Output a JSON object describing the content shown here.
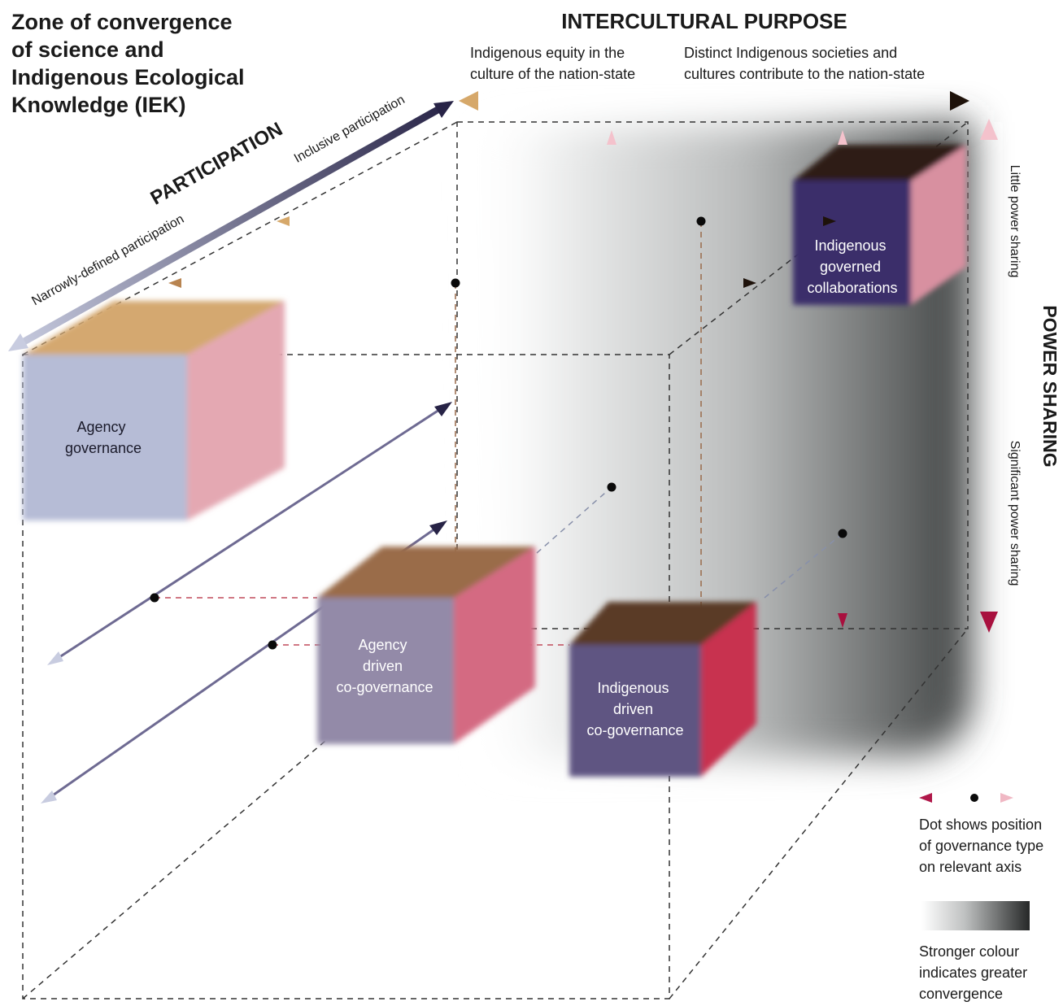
{
  "zone_title": [
    "Zone of convergence",
    "of science and",
    "Indigenous Ecological",
    "Knowledge (IEK)"
  ],
  "intercultural": {
    "title": "INTERCULTURAL PURPOSE",
    "left_label": [
      "Indigenous equity in the",
      "culture of the nation-state"
    ],
    "right_label": [
      "Distinct Indigenous societies and",
      "cultures contribute to the nation-state"
    ]
  },
  "participation": {
    "title": "PARTICIPATION",
    "inclusive": "Inclusive participation",
    "narrow": "Narrowly-defined participation"
  },
  "power_sharing": {
    "title": "POWER SHARING",
    "little": "Little power sharing",
    "significant": "Significant power sharing"
  },
  "boxes": {
    "agency_governance": [
      "Agency",
      "governance"
    ],
    "agency_driven": [
      "Agency",
      "driven",
      "co-governance"
    ],
    "indigenous_driven": [
      "Indigenous",
      "driven",
      "co-governance"
    ],
    "indigenous_governed": [
      "Indigenous",
      "governed",
      "collaborations"
    ]
  },
  "legend": {
    "dot_text": [
      "Dot shows position",
      "of governance type",
      "on relevant axis"
    ],
    "gradient_text": [
      "Stronger colour",
      "indicates greater",
      "convergence"
    ]
  },
  "colors": {
    "participation_dark": "#2e2a4e",
    "participation_light": "#c8cce0",
    "purpose_light": "#d6a86a",
    "purpose_dark": "#2a1a10",
    "power_light": "#f0b8c4",
    "power_dark": "#b0184a"
  }
}
